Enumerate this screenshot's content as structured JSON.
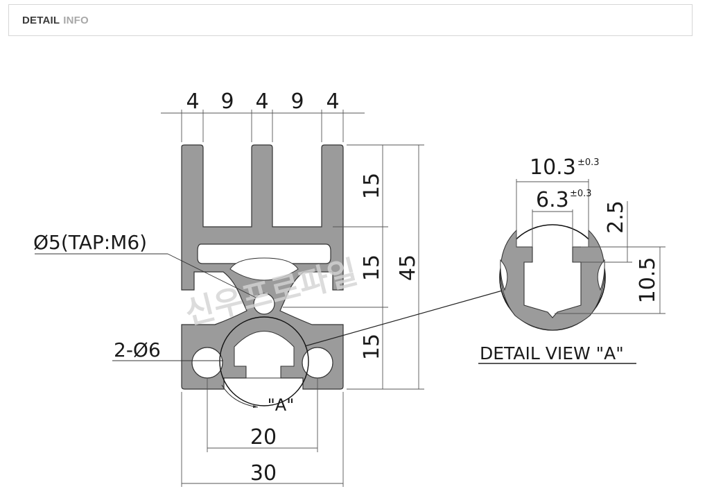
{
  "header": {
    "bold": "DETAIL",
    "light": "INFO"
  },
  "profile": {
    "top_dims": [
      "4",
      "9",
      "4",
      "9",
      "4"
    ],
    "right_dims": [
      "15",
      "15",
      "15"
    ],
    "total_height": "45",
    "tap_label": "Ø5(TAP:M6)",
    "hole_label": "2-Ø6",
    "detail_ref": "\"A\"",
    "bottom_inner": "20",
    "bottom_total": "30",
    "watermark": "신우프로파일"
  },
  "detail": {
    "outer_width": "10.3",
    "outer_tol": "±0.3",
    "inner_width": "6.3",
    "inner_tol": "±0.3",
    "lip": "2.5",
    "depth": "10.5",
    "title": "DETAIL VIEW \"A\""
  },
  "colors": {
    "profile_fill": "#9b9b9b",
    "line": "#1a1a1a",
    "watermark": "#d4d4d4"
  }
}
